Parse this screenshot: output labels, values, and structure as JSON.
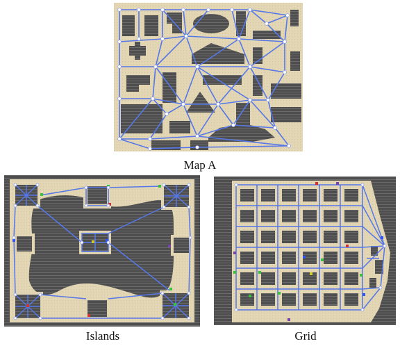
{
  "figure": {
    "panels": [
      {
        "id": "map-a",
        "caption": "Map A"
      },
      {
        "id": "islands",
        "caption": "Islands"
      },
      {
        "id": "grid",
        "caption": "Grid"
      }
    ]
  },
  "colors": {
    "floor": "#e3d6b4",
    "wall": "#4e4e4e",
    "graph_edge": "#5577e8",
    "graph_node": "#ffffff",
    "markers": [
      "#3fbf3f",
      "#3355ee",
      "#cc3333",
      "#7744aa",
      "#cccc33"
    ]
  }
}
